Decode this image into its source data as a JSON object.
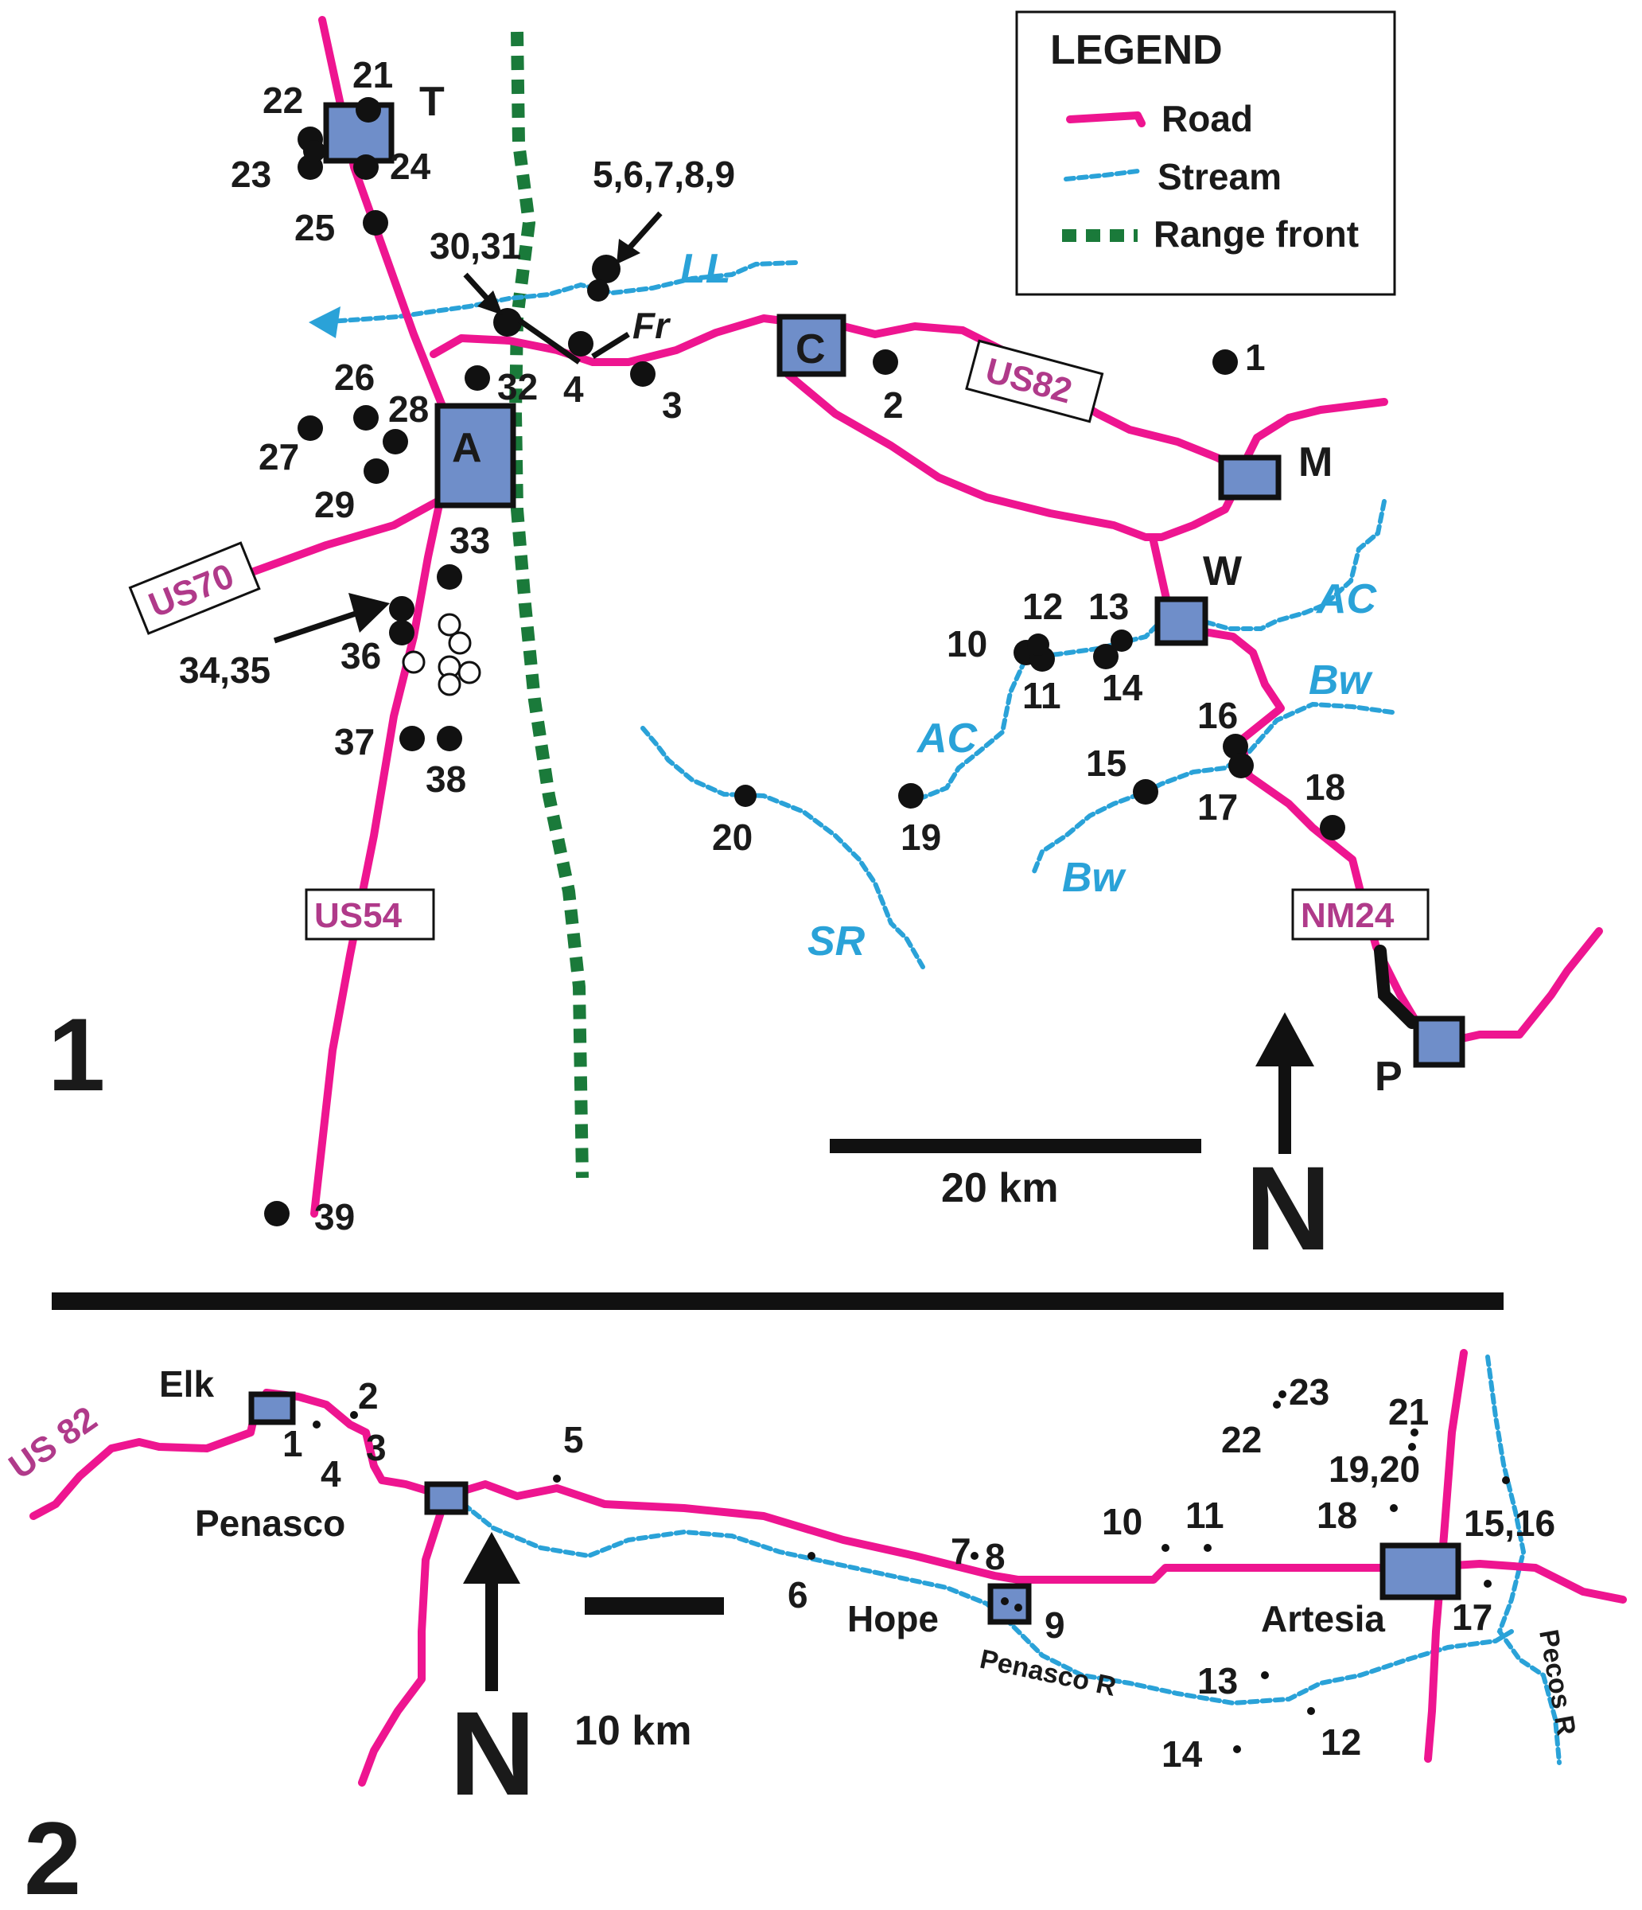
{
  "legend": {
    "title": "LEGEND",
    "items": [
      {
        "label": "Road",
        "kind": "road",
        "color": "#ee1590"
      },
      {
        "label": "Stream",
        "kind": "stream",
        "color": "#2aa2d8"
      },
      {
        "label": "Range front",
        "kind": "range",
        "color": "#1a7a3a"
      }
    ]
  },
  "panel1": {
    "number": "1",
    "towns": [
      "T",
      "A",
      "C",
      "M",
      "W",
      "P"
    ],
    "roads": [
      "US82",
      "US70",
      "US54",
      "NM24"
    ],
    "streams": [
      "LL",
      "Fr",
      "AC",
      "AC",
      "Bw",
      "Bw",
      "SR"
    ],
    "sites": [
      "1",
      "2",
      "3",
      "4",
      "5,6,7,8,9",
      "10",
      "11",
      "12",
      "13",
      "14",
      "15",
      "16",
      "17",
      "18",
      "19",
      "20",
      "21",
      "22",
      "23",
      "24",
      "25",
      "26",
      "27",
      "28",
      "29",
      "30,31",
      "32",
      "33",
      "34,35",
      "36",
      "37",
      "38",
      "39"
    ],
    "scale": "20 km",
    "north": "N"
  },
  "panel2": {
    "number": "2",
    "towns": [
      "Elk",
      "Penasco",
      "Hope",
      "Artesia"
    ],
    "roads": [
      "US 82"
    ],
    "streams": [
      "Penasco R",
      "Pecos R"
    ],
    "sites": [
      "1",
      "2",
      "3",
      "4",
      "5",
      "6",
      "7",
      "8",
      "9",
      "10",
      "11",
      "12",
      "13",
      "14",
      "15,16",
      "17",
      "18",
      "19,20",
      "21",
      "22",
      "23"
    ],
    "scale": "10 km",
    "north": "N"
  },
  "colors": {
    "road": "#ee1590",
    "stream": "#2aa2d8",
    "range": "#1a7a3a",
    "town": "#6f8ec9",
    "road_label": "#b03a8a"
  }
}
